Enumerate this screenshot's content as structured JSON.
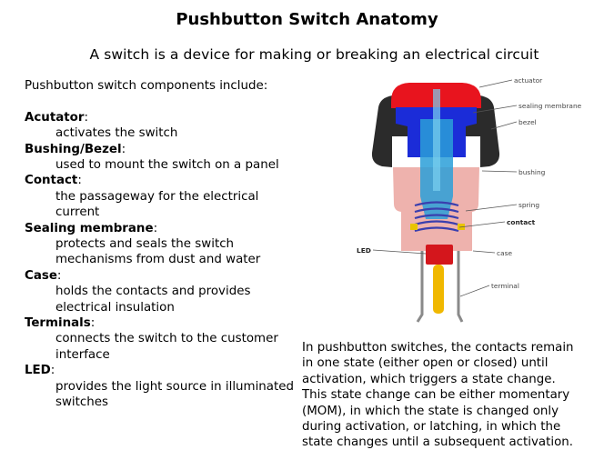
{
  "title": "Pushbutton Switch Anatomy",
  "subtitle": "A switch is a device for making or breaking an electrical circuit",
  "intro": "Pushbutton switch components include:",
  "components": [
    {
      "term": "Acutator",
      "desc": "activates the switch"
    },
    {
      "term": "Bushing/Bezel",
      "desc": "used to mount the switch on a panel"
    },
    {
      "term": "Contact",
      "desc": "the passageway for the electrical current"
    },
    {
      "term": "Sealing membrane",
      "desc": "protects and seals the switch mechanisms from dust and water"
    },
    {
      "term": "Case",
      "desc": "holds the contacts and provides electrical insulation"
    },
    {
      "term": "Terminals",
      "desc": "connects the switch to the customer interface"
    },
    {
      "term": "LED",
      "desc": "provides the light  source in illuminated  switches"
    }
  ],
  "diagram_labels": {
    "actuator": "actuator",
    "sealing_membrane": "sealing membrane",
    "bezel": "bezel",
    "bushing": "bushing",
    "spring": "spring",
    "contact": "contact",
    "led": "LED",
    "case": "case",
    "terminal": "terminal"
  },
  "paragraph_lines": [
    "In pushbutton switches, the contacts remain",
    "in one state (either open or closed) until",
    "activation, which triggers a state change.",
    "This state change can be either momentary",
    "(MOM), in which the state is changed only",
    "during activation, or latching, in which the",
    "state changes until a subsequent activation."
  ],
  "colors": {
    "actuator": "#e8141e",
    "sealing_membrane": "#1b2cd8",
    "bezel": "#2b2b2b",
    "bushing": "#2a9fd8",
    "case": "#eeb2ad",
    "led_body": "#d4161c",
    "terminal": "#f0b800",
    "spring": "#3a3fae",
    "contact": "#e8c400"
  }
}
